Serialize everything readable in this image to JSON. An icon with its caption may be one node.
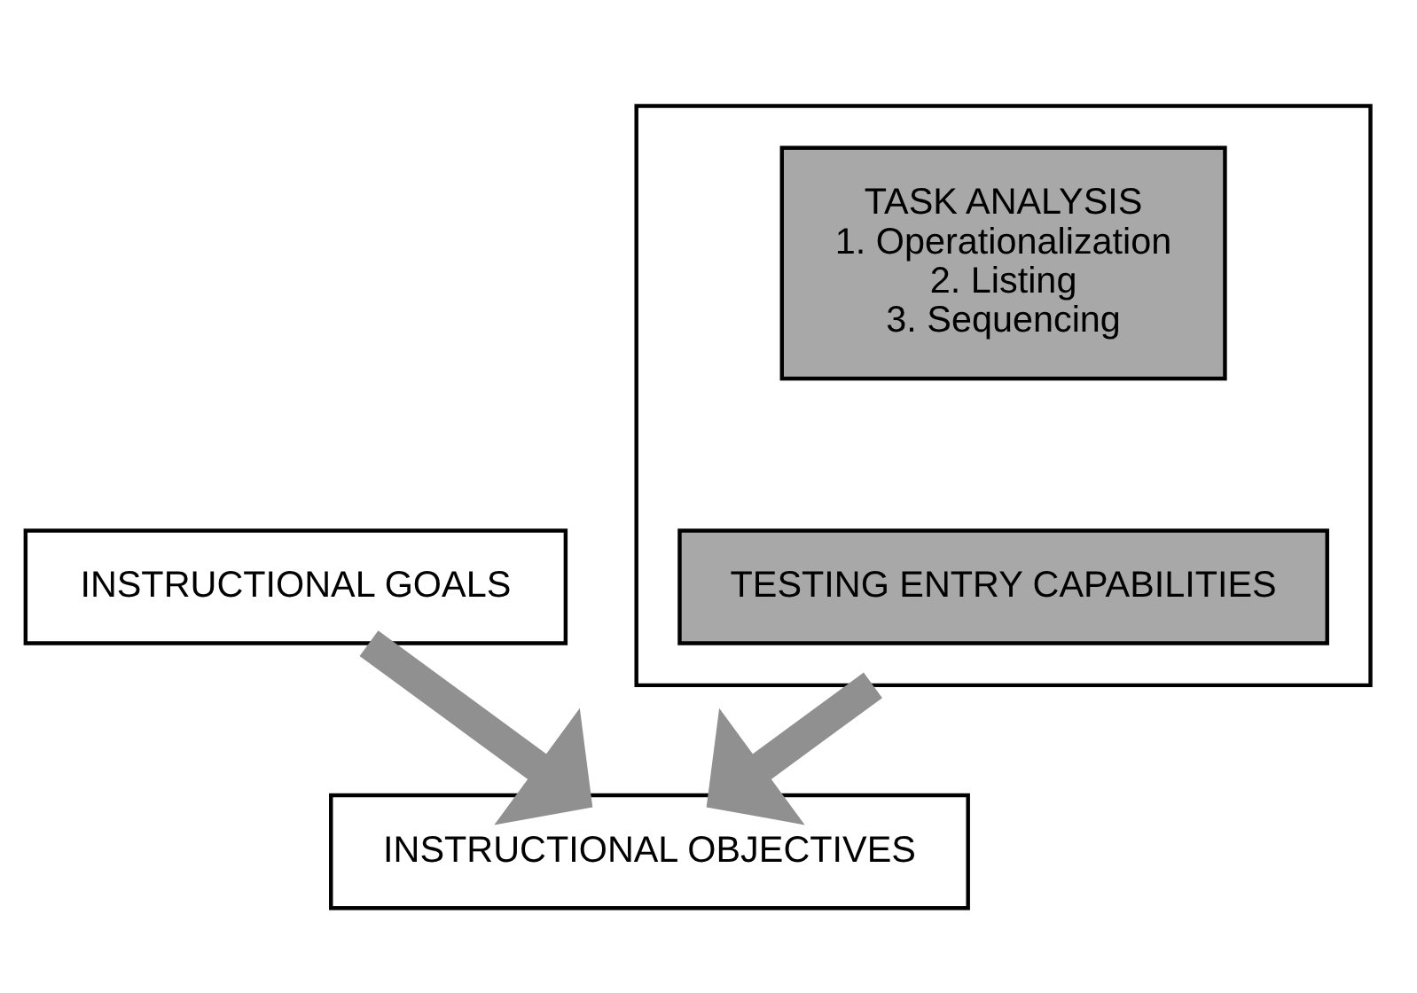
{
  "diagram": {
    "nodes": [
      {
        "text": [
          "INSTRUCTIONAL GOALS"
        ]
      },
      {
        "text": [],
        "shape": "box"
      },
      {
        "text": [
          "TASK ANALYSIS",
          "1. Operationalization",
          "2. Listing",
          "3. Sequencing"
        ],
        "in": 1
      },
      {
        "text": [
          "TESTING ENTRY CAPABILITIES"
        ],
        "in": 1
      },
      {
        "text": [
          "INSTRUCTIONAL OBJECTIVES"
        ]
      }
    ],
    "edges": [
      {
        "from": 0,
        "to": 4,
        "arrow": "to"
      },
      {
        "from": 1,
        "to": 4,
        "arrow": "to"
      }
    ]
  }
}
